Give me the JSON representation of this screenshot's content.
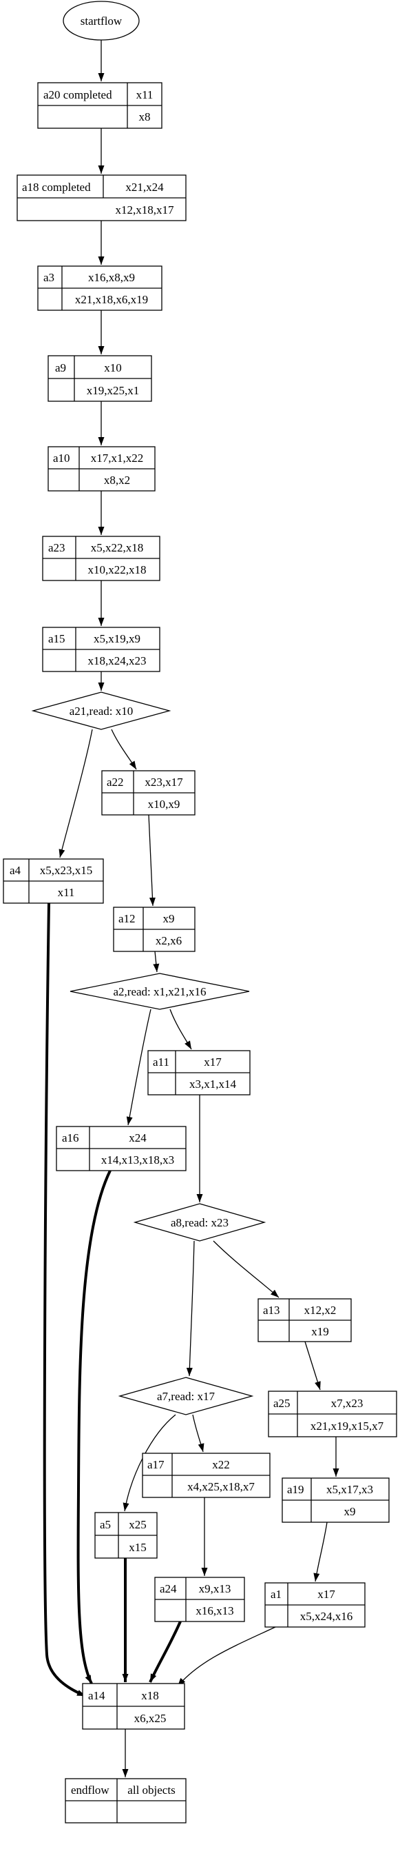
{
  "start": "startflow",
  "nodes": {
    "a20": {
      "label": "a20 completed",
      "writes": "x11",
      "reads": "x8"
    },
    "a18": {
      "label": "a18 completed",
      "writes": "x21,x24",
      "reads": "x12,x18,x17"
    },
    "a3": {
      "label": "a3",
      "writes": "x16,x8,x9",
      "reads": "x21,x18,x6,x19"
    },
    "a9": {
      "label": "a9",
      "writes": "x10",
      "reads": "x19,x25,x1"
    },
    "a10": {
      "label": "a10",
      "writes": "x17,x1,x22",
      "reads": "x8,x2"
    },
    "a23": {
      "label": "a23",
      "writes": "x5,x22,x18",
      "reads": "x10,x22,x18"
    },
    "a15": {
      "label": "a15",
      "writes": "x5,x19,x9",
      "reads": "x18,x24,x23"
    },
    "a22": {
      "label": "a22",
      "writes": "x23,x17",
      "reads": "x10,x9"
    },
    "a4": {
      "label": "a4",
      "writes": "x5,x23,x15",
      "reads": "x11"
    },
    "a12": {
      "label": "a12",
      "writes": "x9",
      "reads": "x2,x6"
    },
    "a11": {
      "label": "a11",
      "writes": "x17",
      "reads": "x3,x1,x14"
    },
    "a16": {
      "label": "a16",
      "writes": "x24",
      "reads": "x14,x13,x18,x3"
    },
    "a13": {
      "label": "a13",
      "writes": "x12,x2",
      "reads": "x19"
    },
    "a25": {
      "label": "a25",
      "writes": "x7,x23",
      "reads": "x21,x19,x15,x7"
    },
    "a17": {
      "label": "a17",
      "writes": "x22",
      "reads": "x4,x25,x18,x7"
    },
    "a19": {
      "label": "a19",
      "writes": "x5,x17,x3",
      "reads": "x9"
    },
    "a5": {
      "label": "a5",
      "writes": "x25",
      "reads": "x15"
    },
    "a24": {
      "label": "a24",
      "writes": "x9,x13",
      "reads": "x16,x13"
    },
    "a1": {
      "label": "a1",
      "writes": "x17",
      "reads": "x5,x24,x16"
    },
    "a14": {
      "label": "a14",
      "writes": "x18",
      "reads": "x6,x25"
    }
  },
  "decisions": {
    "a21": "a21,read: x10",
    "a2": "a2,read: x1,x21,x16",
    "a8": "a8,read: x23",
    "a7": "a7,read: x17"
  },
  "end": {
    "label": "endflow",
    "writes": "all objects",
    "reads": ""
  }
}
